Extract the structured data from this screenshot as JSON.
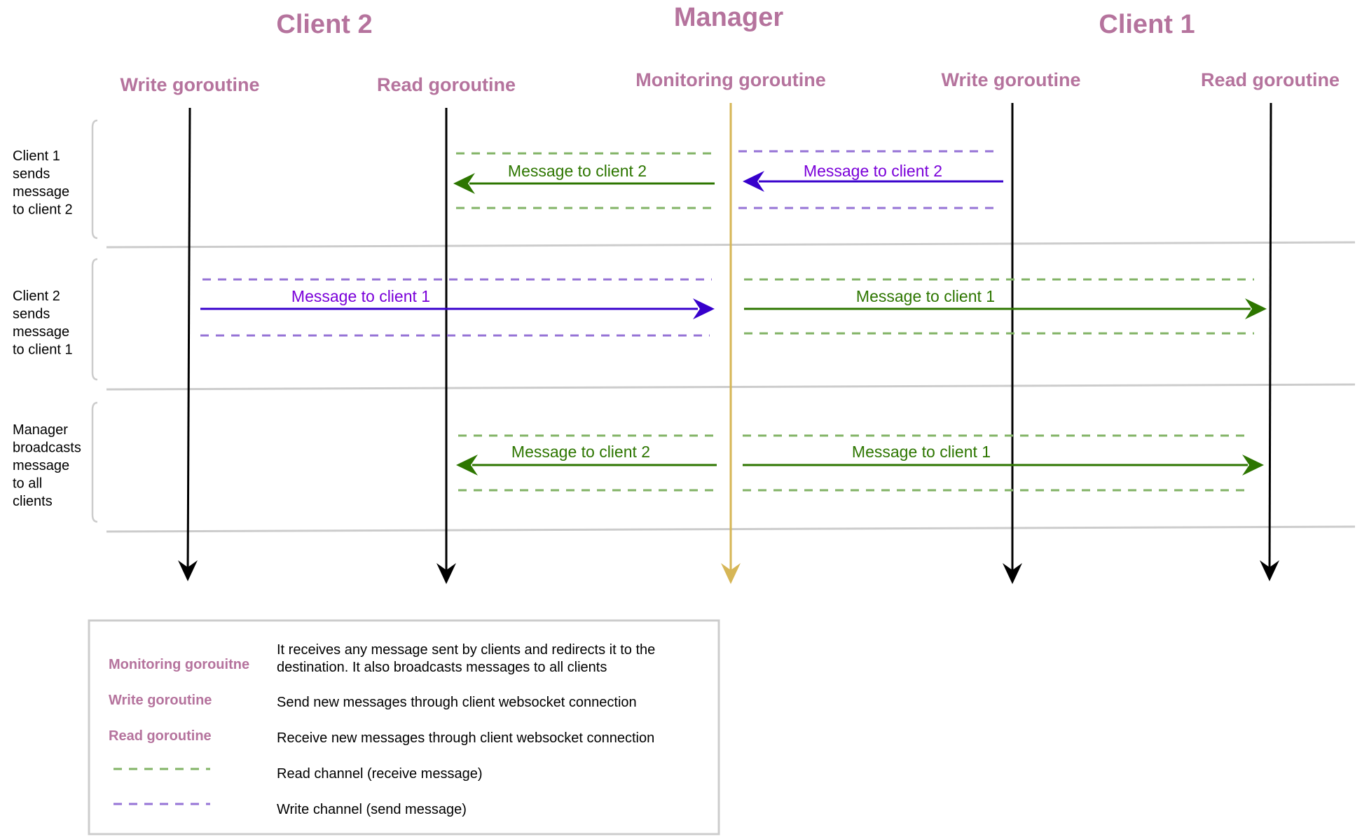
{
  "titles": {
    "client2": "Client 2",
    "manager": "Manager",
    "client1": "Client 1"
  },
  "lanes": {
    "c2_write": "Write goroutine",
    "c2_read": "Read goroutine",
    "monitoring": "Monitoring goroutine",
    "c1_write": "Write goroutine",
    "c1_read": "Read goroutine"
  },
  "rows": {
    "row1": [
      "Client 1",
      "sends",
      "message",
      "to client 2"
    ],
    "row2": [
      "Client 2",
      "sends",
      "message",
      "to client 1"
    ],
    "row3": [
      "Manager",
      "broadcasts",
      "message",
      "to all",
      "clients"
    ]
  },
  "messages": {
    "r1_left": "Message to client 2",
    "r1_right": "Message to client 2",
    "r2_left": "Message to client 1",
    "r2_right": "Message to client 1",
    "r3_left": "Message to client 2",
    "r3_right": "Message to client 1"
  },
  "legend": {
    "monitoring_term": "Monitoring gorouitne",
    "monitoring_desc": [
      "It receives any message sent by clients and redirects it to the",
      "destination. It also broadcasts messages to all clients"
    ],
    "write_term": "Write goroutine",
    "write_desc": "Send new messages through client websocket connection",
    "read_term": "Read goroutine",
    "read_desc": "Receive new messages through client websocket connection",
    "read_channel_desc": "Read channel (receive message)",
    "write_channel_desc": "Write channel (send message)"
  },
  "colors": {
    "title": "#b5739d",
    "lifeline": "#000000",
    "monitoring_lifeline": "#d6b656",
    "read_channel": "#82b366",
    "write_channel": "#9673d6",
    "green_arrow": "#2d7600",
    "purple_arrow": "#3700cc",
    "purple_text": "#7a00d9",
    "separator": "#cccccc"
  }
}
